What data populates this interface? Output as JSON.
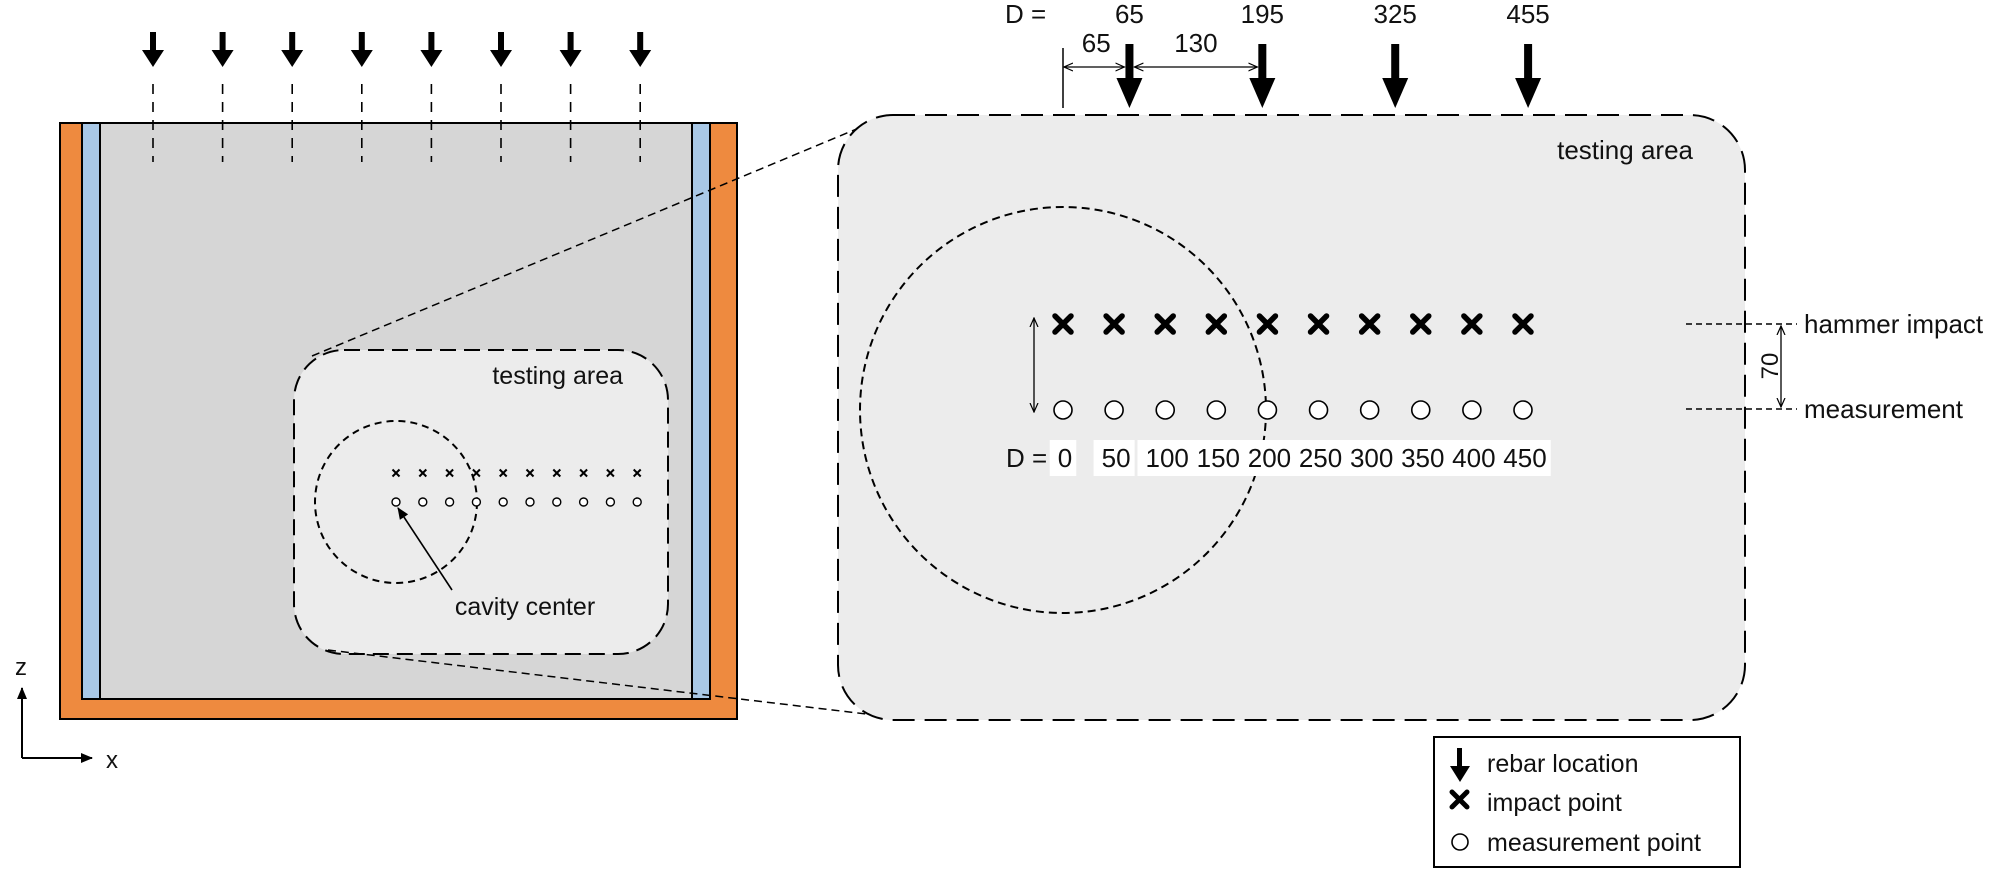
{
  "colors": {
    "steel_plate": "#ee8a3f",
    "insulation": "#a9c8e6",
    "concrete": "#d6d6d6",
    "testing_area_fill": "#ececec",
    "line": "#000000"
  },
  "left_view": {
    "rebar_count": 8,
    "testing_area_label": "testing area",
    "cavity_label": "cavity center",
    "impact_marker_count": 10,
    "measurement_marker_count": 10
  },
  "axes": {
    "z_label": "z",
    "x_label": "x"
  },
  "detail_view": {
    "testing_area_label": "testing area",
    "rebar": {
      "prefix": "D =",
      "positions": [
        65,
        195,
        325,
        455
      ],
      "labels": [
        "65",
        "195",
        "325",
        "455"
      ]
    },
    "spacing": {
      "first_label": "65",
      "pitch_label": "130"
    },
    "points": {
      "prefix": "D =",
      "positions": [
        0,
        50,
        100,
        150,
        200,
        250,
        300,
        350,
        400,
        450
      ],
      "labels": [
        "0",
        "50",
        "100",
        "150",
        "200",
        "250",
        "300",
        "350",
        "400",
        "450"
      ]
    },
    "offset_label": "70",
    "row_labels": {
      "impact": "hammer impact",
      "measurement": "measurement"
    }
  },
  "legend": {
    "rebar": "rebar location",
    "impact": "impact point",
    "measurement": "measurement point"
  }
}
